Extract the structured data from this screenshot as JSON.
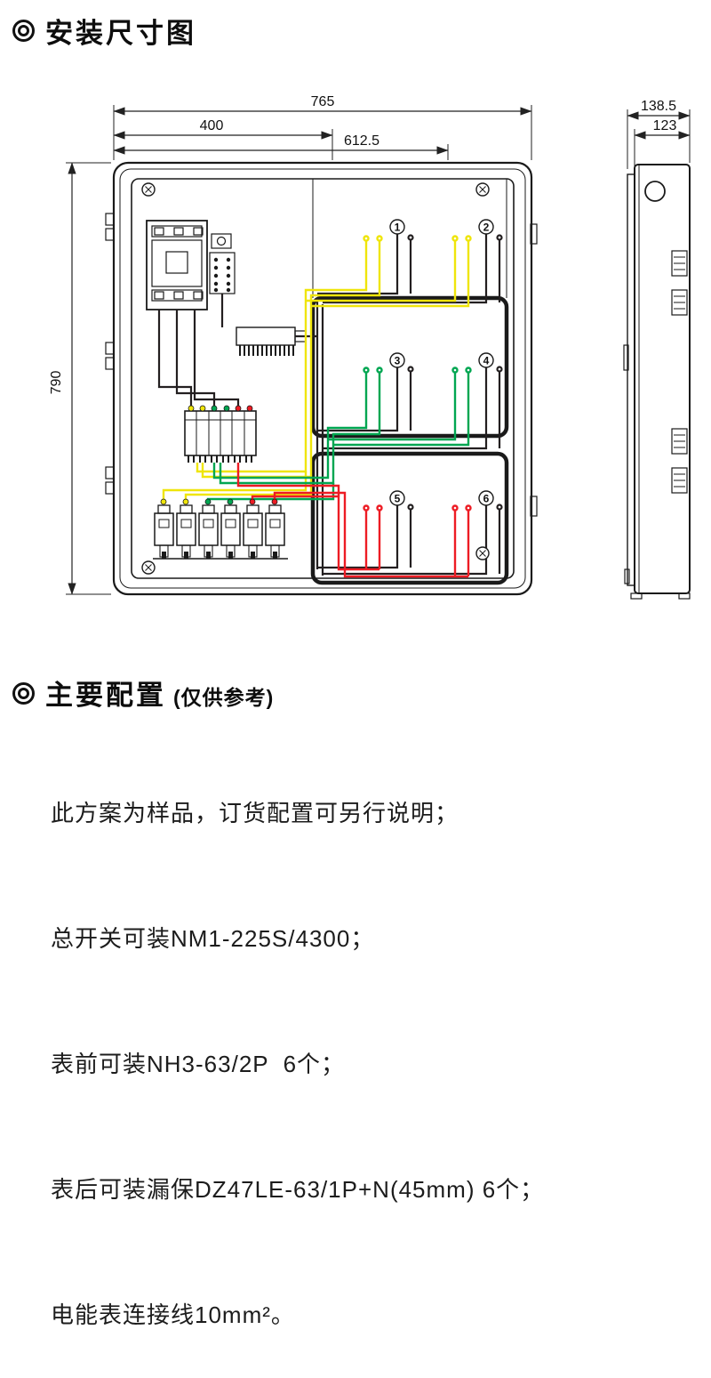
{
  "sections": {
    "install": {
      "title": "安装尺寸图"
    },
    "config": {
      "title": "主要配置",
      "subtitle": "(仅供参考)",
      "lines": [
        "此方案为样品，订货配置可另行说明；",
        "总开关可装NM1-225S/4300；",
        "表前可装NH3-63/2P  6个；",
        "表后可装漏保DZ47LE-63/1P+N(45mm) 6个；",
        "电能表连接线10mm²。"
      ]
    }
  },
  "drawing": {
    "front_view": {
      "dim_width_total": "765",
      "dim_width_left": "400",
      "dim_width_mid": "612.5",
      "dim_height": "790",
      "meter_numbers": [
        "1",
        "2",
        "3",
        "4",
        "5",
        "6"
      ]
    },
    "side_view": {
      "dim_depth_total": "138.5",
      "dim_depth_body": "123"
    }
  },
  "colors": {
    "yellow": "#efe50a",
    "green": "#00a651",
    "red": "#ed1c24",
    "line": "#231f20"
  },
  "icons": {
    "section_bullet": "double-circle-icon"
  }
}
